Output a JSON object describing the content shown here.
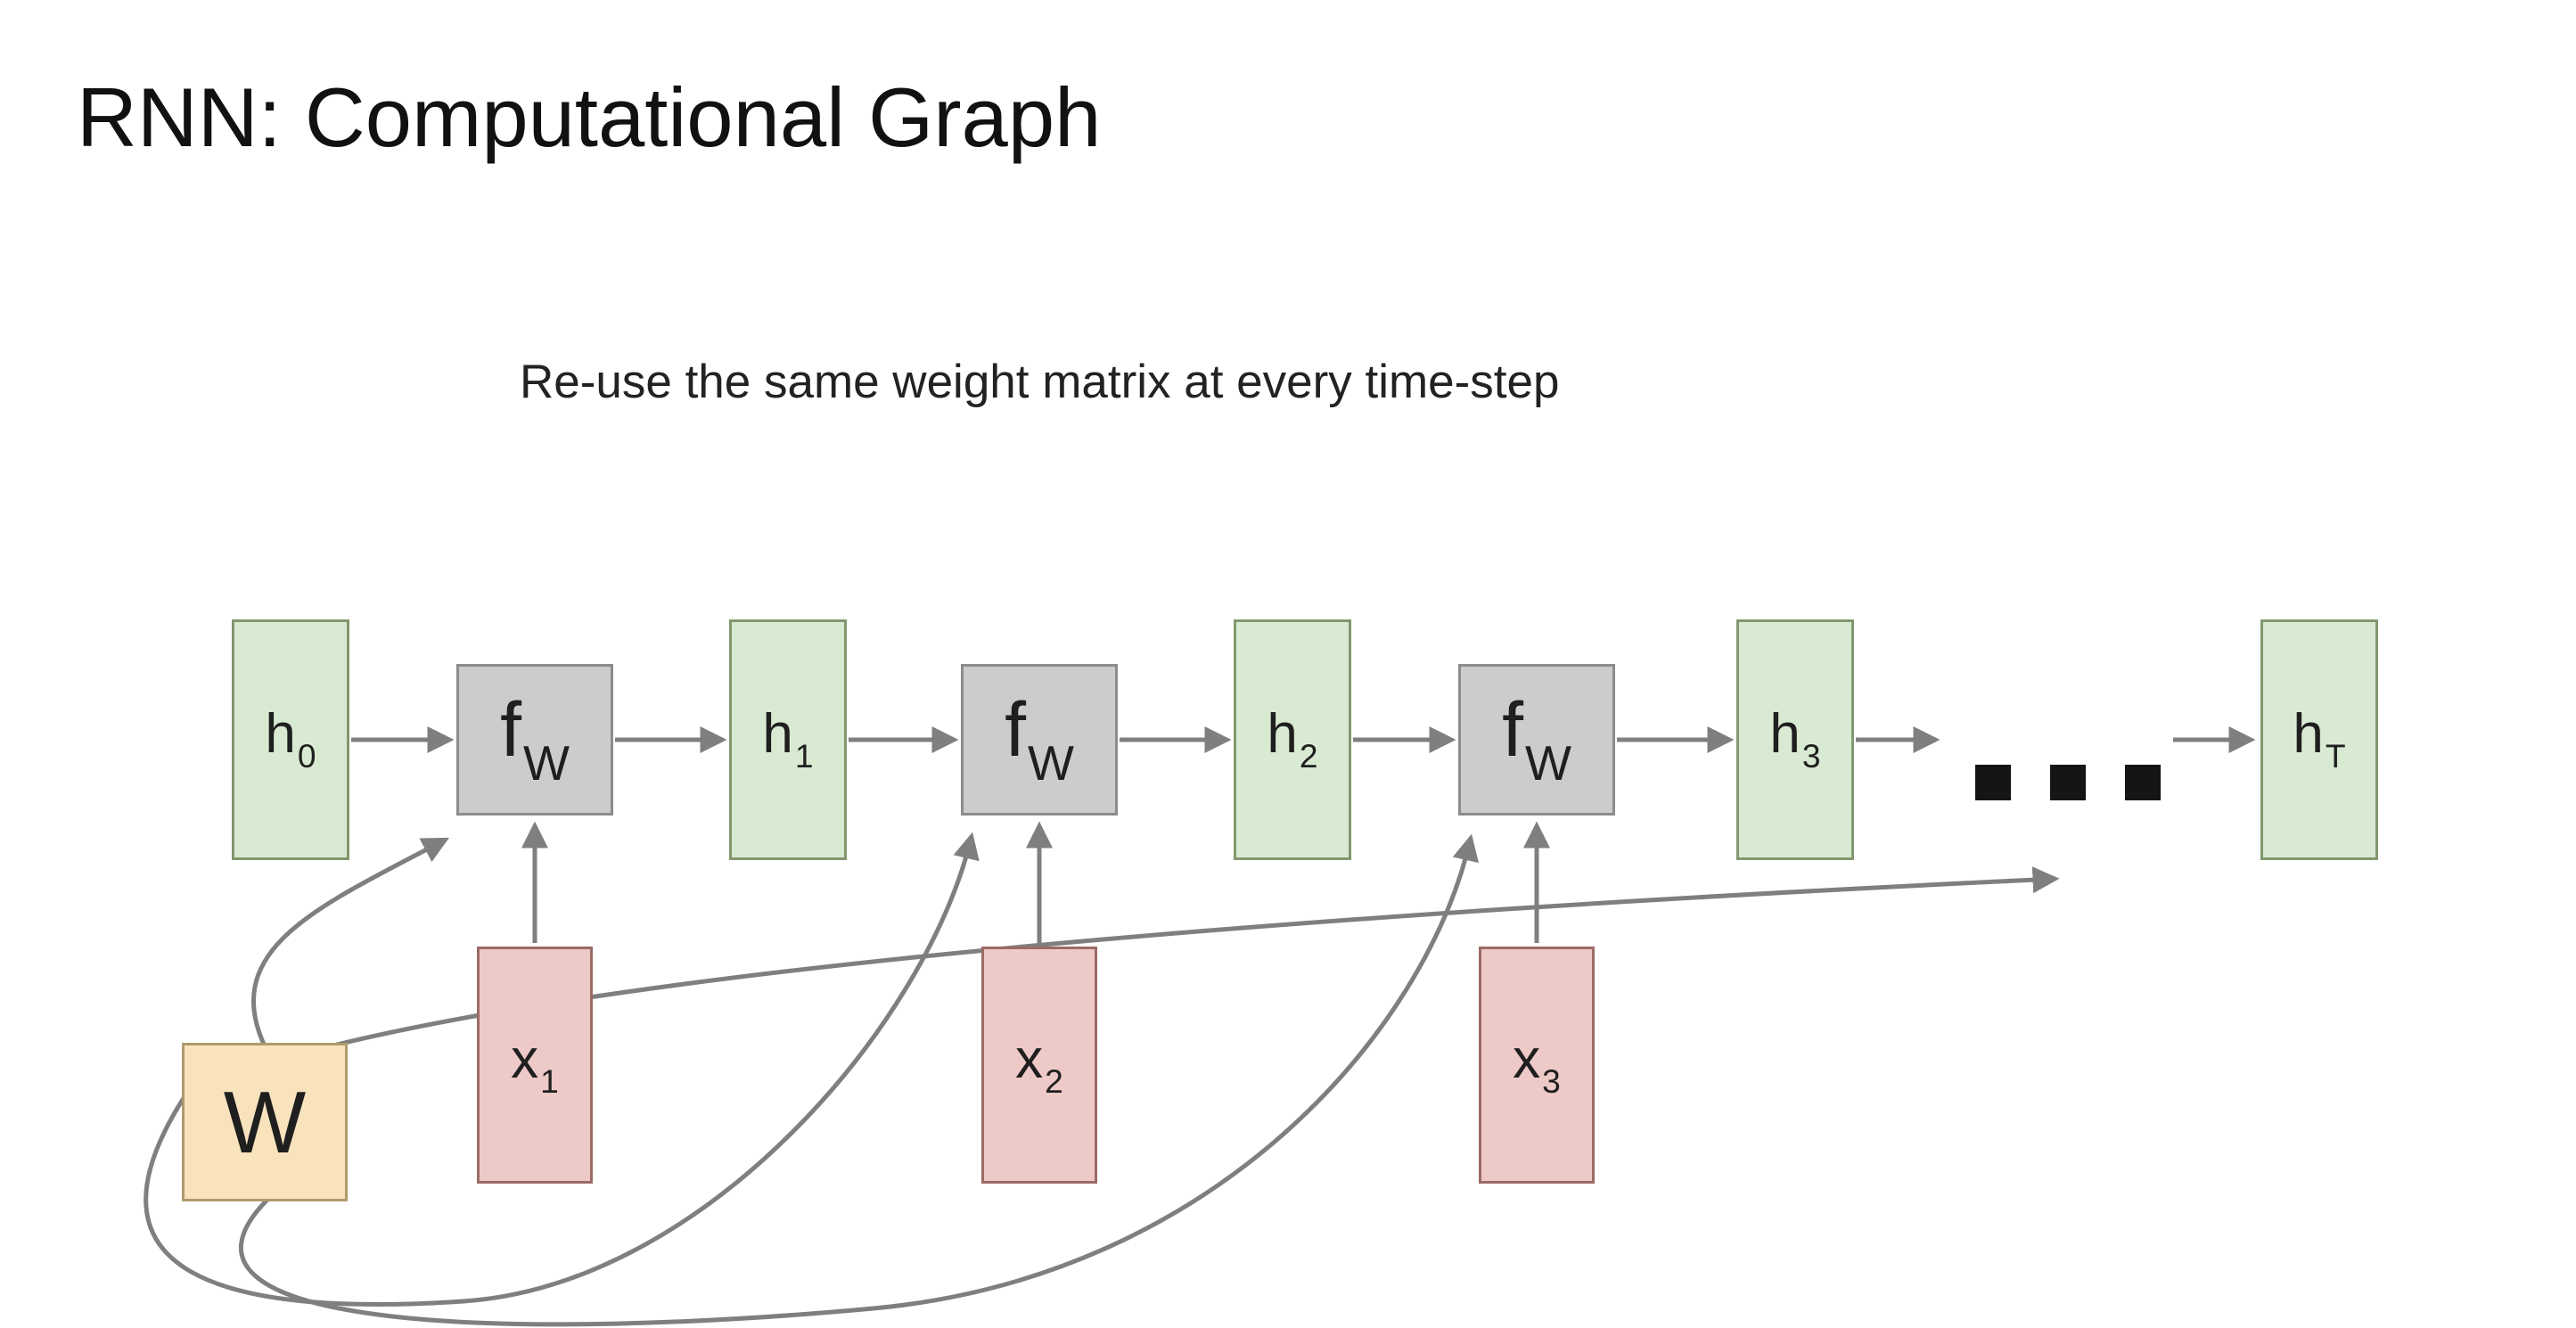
{
  "slide": {
    "title": "RNN: Computational Graph",
    "subtitle": "Re-use the same weight matrix at every time-step"
  },
  "diagram": {
    "hidden_nodes": [
      {
        "base": "h",
        "sub": "0"
      },
      {
        "base": "h",
        "sub": "1"
      },
      {
        "base": "h",
        "sub": "2"
      },
      {
        "base": "h",
        "sub": "3"
      },
      {
        "base": "h",
        "sub": "T"
      }
    ],
    "function_nodes": [
      {
        "base": "f",
        "sub": "W"
      },
      {
        "base": "f",
        "sub": "W"
      },
      {
        "base": "f",
        "sub": "W"
      }
    ],
    "input_nodes": [
      {
        "base": "x",
        "sub": "1"
      },
      {
        "base": "x",
        "sub": "2"
      },
      {
        "base": "x",
        "sub": "3"
      }
    ],
    "weight_node": {
      "label": "W"
    },
    "ellipsis": "...",
    "colors": {
      "hidden_node_fill": "#d9ead3",
      "hidden_node_border": "#82976e",
      "function_node_fill": "#cccccc",
      "function_node_border": "#8c8c8c",
      "input_node_fill": "#edc9c7",
      "input_node_border": "#9c6b66",
      "weight_node_fill": "#f8e3bd",
      "weight_node_border": "#b09a6c",
      "arrow_color": "#7f7f7f",
      "text_color": "#1f1f1f",
      "background": "#ffffff"
    }
  }
}
